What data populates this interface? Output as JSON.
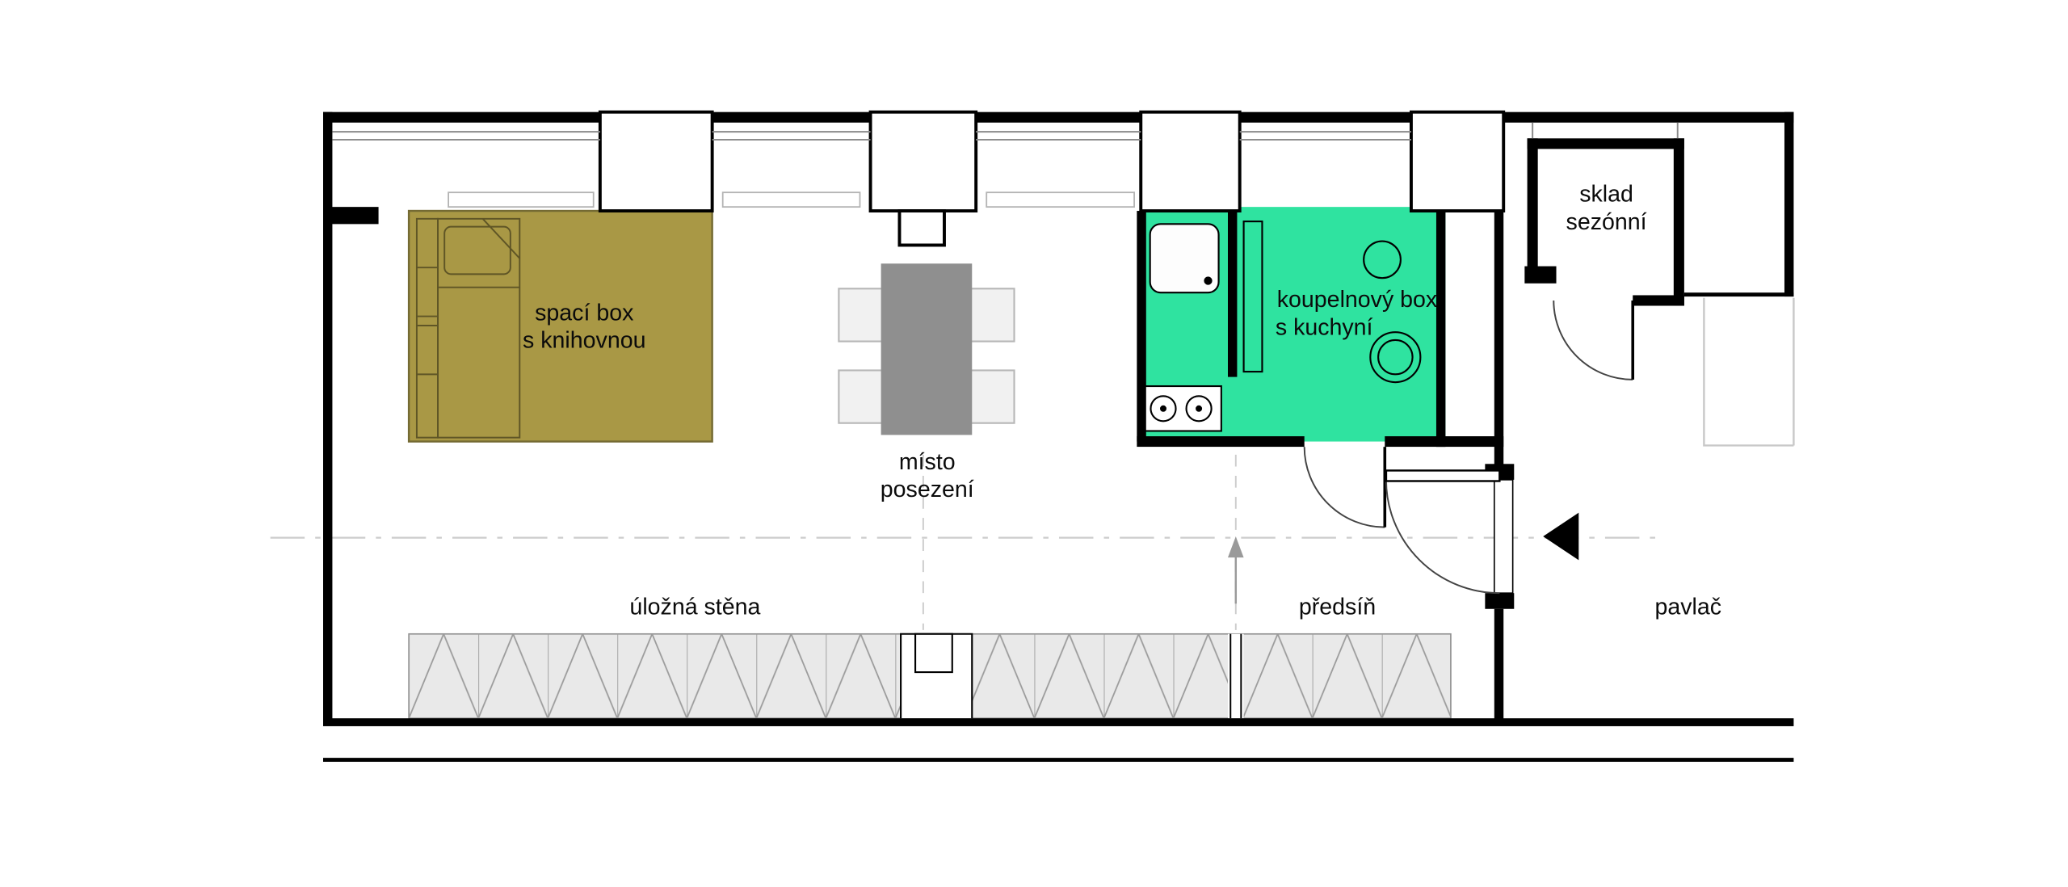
{
  "floorplan": {
    "rooms": {
      "sleeping_box": {
        "line1": "spací box",
        "line2": "s knihovnou",
        "color": "#a99845"
      },
      "seating": {
        "line1": "místo",
        "line2": "posezení",
        "table_color": "#8f8f8f"
      },
      "bathroom_box": {
        "line1": "koupelnový box",
        "line2": "s kuchyní",
        "color": "#2fe3a0"
      },
      "storage_seasonal": {
        "line1": "sklad",
        "line2": "sezónní"
      },
      "storage_wall": {
        "label": "úložná stěna"
      },
      "hallway": {
        "label": "předsíň"
      },
      "gallery": {
        "label": "pavlač"
      }
    },
    "colors": {
      "wall": "#000000",
      "hatch_fill": "#e9e9e9",
      "hatch_line": "#9c9c9c",
      "guide_line": "#cccccc",
      "chair_fill": "#f1f1f1",
      "chair_stroke": "#b7b7b7",
      "fixture_stroke": "#000000",
      "bed_stroke": "#5f5526"
    }
  }
}
